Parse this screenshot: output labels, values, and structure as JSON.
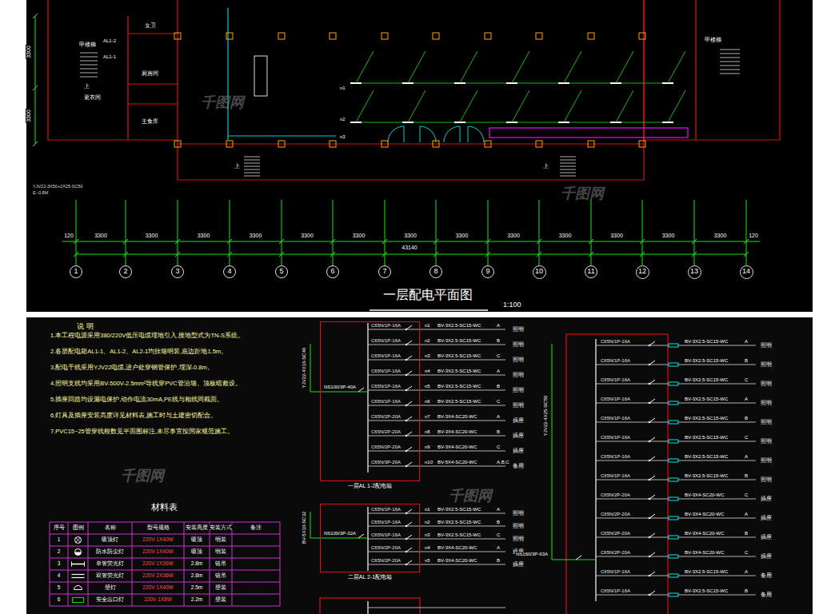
{
  "diagram": {
    "title": "一层配电平面图",
    "nodes": [
      {
        "text": [
          "1"
        ]
      },
      {
        "text": [
          "2"
        ]
      },
      {
        "text": [
          "3"
        ]
      },
      {
        "text": [
          "4"
        ]
      },
      {
        "text": [
          "5"
        ]
      },
      {
        "text": [
          "6"
        ]
      },
      {
        "text": [
          "7"
        ]
      },
      {
        "text": [
          "8"
        ]
      },
      {
        "text": [
          "9"
        ]
      },
      {
        "text": [
          "10"
        ]
      },
      {
        "text": [
          "11"
        ]
      },
      {
        "text": [
          "12"
        ]
      },
      {
        "text": [
          "13"
        ]
      },
      {
        "text": [
          "14"
        ]
      },
      {
        "text": [
          "一层AL 1-2配电箱"
        ]
      },
      {
        "text": [
          "二层AL 2-1配电箱"
        ]
      }
    ],
    "labels": [
      "1:100",
      "43140",
      "YJV22-3X50+2X25-SC50",
      "E:-0.8M",
      "甲楼梯",
      "甲楼梯",
      "女卫",
      "AL1-2",
      "AL1-1",
      "厨房间",
      "更衣间",
      "主食库",
      "上",
      "上",
      "上",
      "n1",
      "n2",
      "n3",
      "3300",
      "3300",
      "120",
      "3300",
      "3300",
      "3300",
      "3300",
      "3300",
      "3300",
      "3300",
      "3300",
      "3300",
      "3300",
      "3300",
      "3300",
      "3300",
      "120",
      "说 明",
      "1.本工程电源采用380/220V低压电缆埋地引入,接地型式为TN-S系统。",
      "2.各层配电箱AL1-1、AL1-2、AL2-1均挂墙明装,底边距地1.5m。",
      "3.配电干线采用YJV22电缆,进户处穿钢管保护,埋深-0.8m。",
      "4.照明支线均采用BV-500V-2.5mm²导线穿PVC管沿墙、顶板暗敷设。",
      "5.插座回路均设漏电保护,动作电流30mA,PE线与相线同截面。",
      "6.灯具及插座安装高度详见材料表,施工时与土建密切配合。",
      "7.PVC15~25管穿线根数见平面图标注,未尽事宜按国家规范施工。",
      "材料表",
      "序号",
      "图例",
      "名称",
      "型号规格",
      "安装高度",
      "安装方式",
      "备注",
      "1",
      "吸顶灯",
      "220V 1X40W",
      "吸顶",
      "明装",
      "2",
      "防水防尘灯",
      "220V 1X40W",
      "吸顶",
      "明装",
      "3",
      "单管荧光灯",
      "220V 1X36W",
      "2.8m",
      "链吊",
      "4",
      "双管荧光灯",
      "220V 2X36W",
      "2.8m",
      "链吊",
      "5",
      "壁灯",
      "220V 1X40W",
      "2.5m",
      "壁装",
      "6",
      "安全出口灯",
      "220V 1X8W",
      "2.2m",
      "壁装",
      "YJV22-4X16-SC40",
      "NS100/3P-40A",
      "C65N/1P-16A",
      "n1",
      "BV-3X2.5-SC15-WC",
      "A",
      "照明",
      "C65N/1P-16A",
      "n2",
      "BV-3X2.5-SC15-WC",
      "B",
      "照明",
      "C65N/1P-16A",
      "n3",
      "BV-3X2.5-SC15-WC",
      "C",
      "照明",
      "C65N/1P-16A",
      "n4",
      "BV-3X2.5-SC15-WC",
      "A",
      "照明",
      "C65N/1P-16A",
      "n5",
      "BV-3X2.5-SC15-WC",
      "B",
      "照明",
      "C65N/1P-16A",
      "n6",
      "BV-3X2.5-SC15-WC",
      "C",
      "照明",
      "C65N/2P-20A",
      "n7",
      "BV-3X4-SC20-WC",
      "A",
      "插座",
      "C65N/2P-20A",
      "n8",
      "BV-3X4-SC20-WC",
      "B",
      "插座",
      "C65N/2P-20A",
      "n9",
      "BV-3X4-SC20-WC",
      "C",
      "插座",
      "C65N/3P-20A",
      "n10",
      "BV-5X4-SC20-WC",
      "A,B,C",
      "备用",
      "BV-5X10-SC32",
      "NS100/3P-32A",
      "C65N/1P-16A",
      "n1",
      "BV-3X2.5-SC15-WC",
      "A",
      "照明",
      "C65N/1P-16A",
      "n2",
      "BV-3X2.5-SC15-WC",
      "B",
      "照明",
      "C65N/1P-16A",
      "n3",
      "BV-3X2.5-SC15-WC",
      "C",
      "照明",
      "C65N/2P-20A",
      "n4",
      "BV-3X4-SC20-WC",
      "A",
      "插座",
      "C65N/2P-20A",
      "n5",
      "BV-3X4-SC20-WC",
      "B",
      "插座",
      "YJV22-4X25-SC50",
      "NS160/3P-63A",
      "C65N/1P-16A",
      "BV-3X2.5-SC15-WC",
      "A",
      "照明",
      "C65N/1P-16A",
      "BV-3X2.5-SC15-WC",
      "B",
      "照明",
      "C65N/1P-16A",
      "BV-3X2.5-SC15-WC",
      "C",
      "照明",
      "C65N/1P-16A",
      "BV-3X2.5-SC15-WC",
      "A",
      "照明",
      "C65N/1P-16A",
      "BV-3X2.5-SC15-WC",
      "B",
      "照明",
      "C65N/1P-16A",
      "BV-3X2.5-SC15-WC",
      "C",
      "照明",
      "C65N/1P-16A",
      "BV-3X2.5-SC15-WC",
      "A",
      "照明",
      "C65N/1P-16A",
      "BV-3X2.5-SC15-WC",
      "B",
      "照明",
      "C65N/2P-20A",
      "BV-3X4-SC20-WC",
      "C",
      "插座",
      "C65N/2P-20A",
      "BV-3X4-SC20-WC",
      "A",
      "插座",
      "C65N/2P-20A",
      "BV-3X4-SC20-WC",
      "B",
      "插座",
      "C65N/2P-20A",
      "BV-3X4-SC20-WC",
      "C",
      "插座",
      "C65N/1P-16A",
      "BV-3X2.5-SC15-WC",
      "A",
      "备用",
      "C65N/1P-16A",
      "BV-3X2.5-SC15-WC",
      "B",
      "备用",
      "千图网",
      "千图网",
      "千图网",
      "千图网"
    ]
  }
}
